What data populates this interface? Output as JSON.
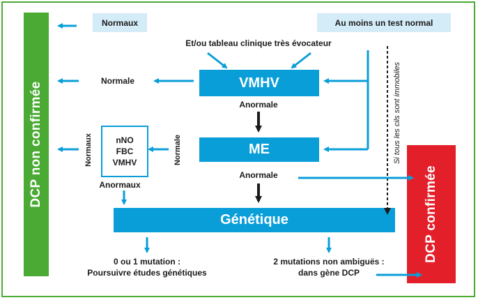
{
  "sides": {
    "left": "DCP non confirmée",
    "right": "DCP confirmée"
  },
  "top_left_box": "Normaux",
  "top_right_box": "Au moins un test normal",
  "evocateur": "Et/ou tableau clinique très évocateur",
  "vmhv": {
    "label": "VMHV",
    "normal": "Normale",
    "abnormal": "Anormale"
  },
  "me": {
    "label": "ME",
    "normal": "Normale",
    "abnormal": "Anormale"
  },
  "tests_box": {
    "items": [
      "nNO",
      "FBC",
      "VMHV"
    ],
    "normal": "Normaux",
    "abnormal": "Anormaux"
  },
  "cilia_note": "Si tous les cils sont immobiles",
  "genetics": "Génétique",
  "outcomes": {
    "left_line1": "0 ou 1 mutation :",
    "left_line2": "Poursuivre études génétiques",
    "right_line1": "2 mutations non ambiguës :",
    "right_line2": "dans gène DCP"
  },
  "colors": {
    "blue": "#0a9ed9",
    "light_blue": "#d4ebf8",
    "green": "#4aaa33",
    "red": "#e3202a"
  }
}
